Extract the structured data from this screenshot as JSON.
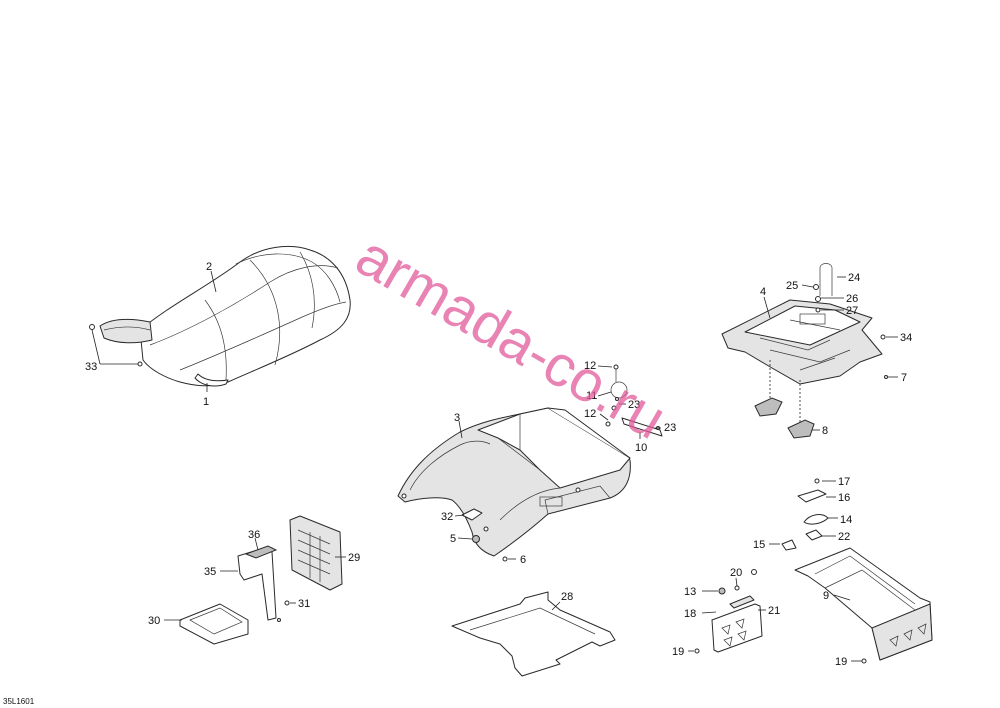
{
  "diagram_code": "35L1601",
  "watermark": "armada-co.ru",
  "colors": {
    "watermark": "#e05a9a",
    "line": "#2a2a2a"
  },
  "callouts": {
    "c1": "1",
    "c2": "2",
    "c3": "3",
    "c4": "4",
    "c5": "5",
    "c6": "6",
    "c7": "7",
    "c8": "8",
    "c9": "9",
    "c10": "10",
    "c11": "11",
    "c12a": "12",
    "c12b": "12",
    "c13": "13",
    "c14": "14",
    "c15": "15",
    "c16": "16",
    "c17": "17",
    "c18": "18",
    "c19a": "19",
    "c19b": "19",
    "c20": "20",
    "c21": "21",
    "c22": "22",
    "c23a": "23",
    "c23b": "23",
    "c24": "24",
    "c25": "25",
    "c26": "26",
    "c27": "27",
    "c28": "28",
    "c29": "29",
    "c30": "30",
    "c31": "31",
    "c32": "32",
    "c33": "33",
    "c34": "34",
    "c35": "35",
    "c36": "36"
  }
}
